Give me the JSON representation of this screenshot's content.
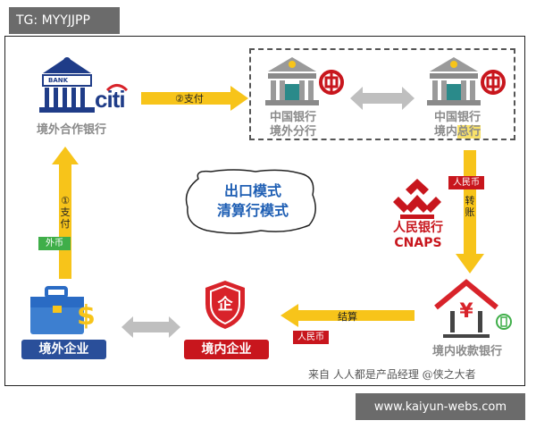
{
  "watermark_top": "TG: MYYJJPP",
  "watermark_bottom": "www.kaiyun-webs.com",
  "citi": {
    "bank_word": "BANK",
    "logo_text": "citi",
    "label": "境外合作银行"
  },
  "boc_overseas": {
    "label_line1": "中国银行",
    "label_line2": "境外分行"
  },
  "boc_hq": {
    "label_line1": "中国银行",
    "label_line2_a": "境内",
    "label_line2_b": "总行"
  },
  "center": {
    "line1": "出口模式",
    "line2": "清算行模式"
  },
  "cnaps": {
    "line1": "人民银行",
    "line2": "CNAPS"
  },
  "arrows": {
    "pay_top": "②支付",
    "pay_left_line1": "①",
    "pay_left_line2": "支",
    "pay_left_line3": "付",
    "currency_foreign": "外币",
    "rmb_right": "人民币",
    "transfer_line1": "转",
    "transfer_line2": "账",
    "settle": "结算",
    "rmb_bottom": "人民币"
  },
  "overseas_company": {
    "label": "境外企业",
    "currency_sign": "$"
  },
  "domestic_company": {
    "label": "境内企业",
    "badge": "企"
  },
  "receiving_bank": {
    "label": "境内收款银行",
    "sign": "¥"
  },
  "credit": "来自 人人都是产品经理 @侠之大者",
  "colors": {
    "yellow": "#f7c41a",
    "gray_arrow": "#bfbfbf",
    "red": "#c8161d",
    "blue": "#2a4f9a",
    "green": "#3fae49"
  }
}
